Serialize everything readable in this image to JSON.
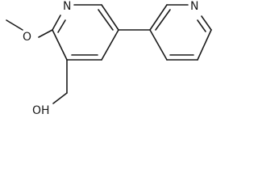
{
  "molecule": {
    "atoms": {
      "ring_a_nitrogen": "N",
      "ring_b_nitrogen": "N",
      "methoxy_oxygen": "O",
      "hydroxyl": "OH"
    }
  }
}
